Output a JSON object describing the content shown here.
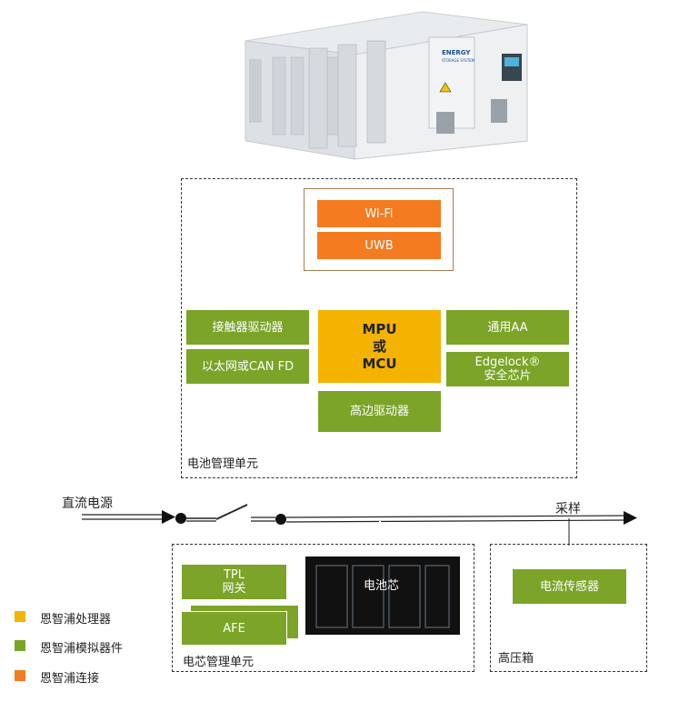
{
  "colors": {
    "processor": "#f4b300",
    "analog": "#7ba428",
    "connectivity": "#f47b1f",
    "cell_bg": "#111111",
    "wireless_border": "#a67c52"
  },
  "container_image": {
    "brand_line1": "ENERGY",
    "brand_line2": "STORAGE SYSTEM"
  },
  "bms": {
    "title": "电池管理单元",
    "wireless": {
      "wifi": "Wi-Fi",
      "uwb": "UWB"
    },
    "left": {
      "contactor": "接触器驱动器",
      "ethernet": "以太网或CAN FD"
    },
    "center": {
      "line1": "MPU",
      "line2": "或",
      "line3": "MCU"
    },
    "right": {
      "generic": "通用AA",
      "edgelock_line1": "Edgelock®",
      "edgelock_line2": "安全芯片"
    },
    "high_side": "高边驱动器"
  },
  "power": {
    "dc_label": "直流电源",
    "sampling_label": "采样"
  },
  "cmu": {
    "title": "电芯管理单元",
    "tpl_line1": "TPL",
    "tpl_line2": "网关",
    "afe": "AFE",
    "cell_label": "电池芯"
  },
  "hv": {
    "title": "高压箱",
    "current_sensor": "电流传感器"
  },
  "legend": [
    {
      "label": "恩智浦处理器",
      "color": "#f4b300"
    },
    {
      "label": "恩智浦模拟器件",
      "color": "#7ba428"
    },
    {
      "label": "恩智浦连接",
      "color": "#f47b1f"
    }
  ]
}
